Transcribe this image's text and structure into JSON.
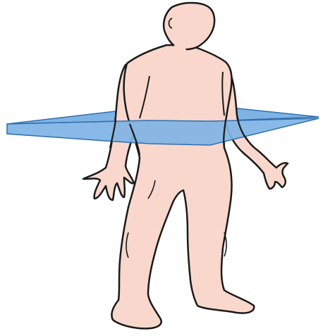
{
  "diagram": {
    "type": "anatomical-figure",
    "subject": "human-body",
    "plane": "transverse",
    "colors": {
      "skin": "#f9d7cc",
      "outline": "#1a1a1a",
      "plane_fill": "#7fb3e4",
      "plane_stroke": "#2f6fb0",
      "background": "#ffffff"
    }
  }
}
